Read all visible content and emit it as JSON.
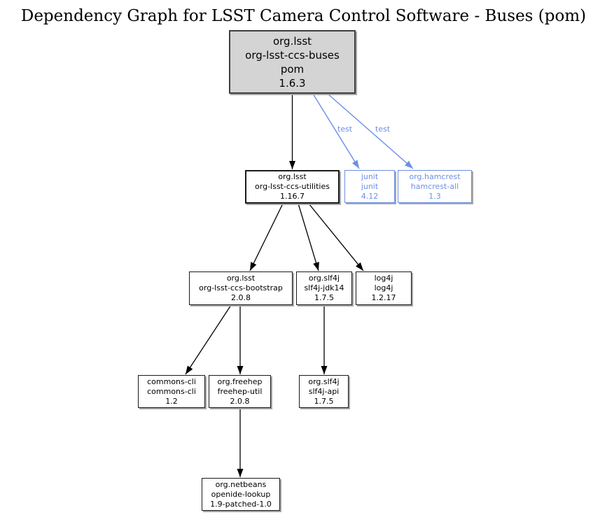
{
  "title": "Dependency Graph for LSST Camera Control Software - Buses (pom)",
  "colors": {
    "test_scope_blue": "#6d8fe4",
    "root_node_fill": "#d4d4d4",
    "node_border": "#1a1a1a",
    "shadow_gray": "#a6a6a6"
  },
  "nodes": {
    "root": {
      "lines": [
        "org.lsst",
        "org-lsst-ccs-buses",
        "pom",
        "1.6.3"
      ]
    },
    "utilities": {
      "lines": [
        "org.lsst",
        "org-lsst-ccs-utilities",
        "1.16.7"
      ]
    },
    "junit": {
      "lines": [
        "junit",
        "junit",
        "4.12"
      ]
    },
    "hamcrest": {
      "lines": [
        "org.hamcrest",
        "hamcrest-all",
        "1.3"
      ]
    },
    "bootstrap": {
      "lines": [
        "org.lsst",
        "org-lsst-ccs-bootstrap",
        "2.0.8"
      ]
    },
    "slf4j_jdk14": {
      "lines": [
        "org.slf4j",
        "slf4j-jdk14",
        "1.7.5"
      ]
    },
    "log4j": {
      "lines": [
        "log4j",
        "log4j",
        "1.2.17"
      ]
    },
    "commons_cli": {
      "lines": [
        "commons-cli",
        "commons-cli",
        "1.2"
      ]
    },
    "freehep": {
      "lines": [
        "org.freehep",
        "freehep-util",
        "2.0.8"
      ]
    },
    "slf4j_api": {
      "lines": [
        "org.slf4j",
        "slf4j-api",
        "1.7.5"
      ]
    },
    "openide": {
      "lines": [
        "org.netbeans",
        "openide-lookup",
        "1.9-patched-1.0"
      ]
    }
  },
  "edge_labels": [
    "test",
    "test"
  ]
}
